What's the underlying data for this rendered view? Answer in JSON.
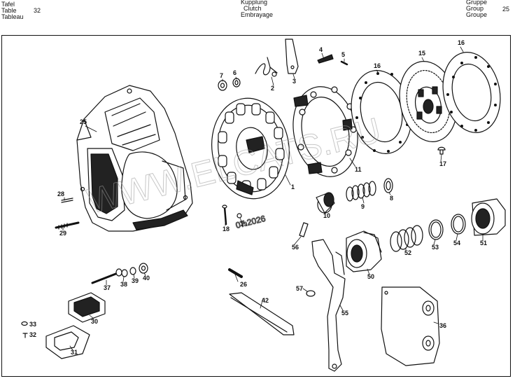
{
  "header": {
    "left_labels": [
      "Tafel",
      "Table",
      "Tableau"
    ],
    "left_number": "32",
    "center_labels": [
      "Kupplung",
      "Clutch",
      "Embrayage"
    ],
    "right_labels": [
      "Gruppe",
      "Group",
      "Groupe"
    ],
    "right_number": "25"
  },
  "parts": {
    "p1": "1",
    "p2": "2",
    "p3": "3",
    "p4": "4",
    "p5": "5",
    "p6": "6",
    "p7": "7",
    "p8": "8",
    "p9": "9",
    "p10": "10",
    "p11": "11",
    "p15": "15",
    "p16a": "16",
    "p16b": "16",
    "p17": "17",
    "p18": "18",
    "p19": "19",
    "p25": "25",
    "p26": "26",
    "p28": "28",
    "p29": "29",
    "p30": "30",
    "p31": "31",
    "p32": "32",
    "p33": "33",
    "p36": "36",
    "p37": "37",
    "p38": "38",
    "p39": "39",
    "p40": "40",
    "p42": "42",
    "p50": "50",
    "p51": "51",
    "p52": "52",
    "p53": "53",
    "p54": "54",
    "p55": "55",
    "p56": "56",
    "p57": "57"
  },
  "watermark": {
    "text": "WWW.ELCATS.RU",
    "date": "07.2026"
  }
}
